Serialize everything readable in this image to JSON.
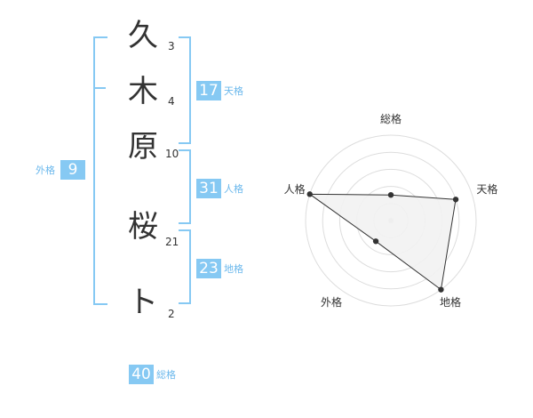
{
  "name": {
    "chars": [
      {
        "char": "久",
        "strokes": "3"
      },
      {
        "char": "木",
        "strokes": "4"
      },
      {
        "char": "原",
        "strokes": "10"
      },
      {
        "char": "桜",
        "strokes": "21"
      },
      {
        "char": "ト",
        "strokes": "2"
      }
    ]
  },
  "fortune": {
    "tenkaku": {
      "value": "17",
      "label": "天格"
    },
    "jinkaku": {
      "value": "31",
      "label": "人格"
    },
    "chikaku": {
      "value": "23",
      "label": "地格"
    },
    "gaikaku": {
      "value": "9",
      "label": "外格"
    },
    "soukaku": {
      "value": "40",
      "label": "総格"
    }
  },
  "chart_data": {
    "type": "radar",
    "axes": [
      "総格",
      "天格",
      "地格",
      "外格",
      "人格"
    ],
    "values": [
      1.5,
      4,
      5,
      1.5,
      5
    ],
    "max": 5,
    "rings": 5
  },
  "colors": {
    "accent": "#86c9f3",
    "label": "#6bb8ec",
    "text": "#333333"
  }
}
